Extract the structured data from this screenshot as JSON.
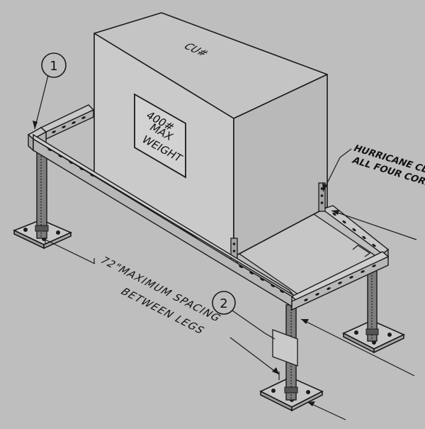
{
  "labels": {
    "unit_tag": "CU#",
    "weight_line1": "400#",
    "weight_line2": "MAX",
    "weight_line3": "WEIGHT",
    "callout_1": "1",
    "callout_2": "2",
    "hurricane_line1": "HURRICANE CLI",
    "hurricane_line2": "ALL FOUR CORN",
    "spacing_line1": "72\"MAXIMUM SPACING",
    "spacing_line2": "BETWEEN LEGS"
  },
  "colors": {
    "background": "#bebebe",
    "line": "#1a1a1a",
    "box_side": "#b9b9b9",
    "box_top": "#c4c4c4",
    "box_front": "#cacaca"
  }
}
